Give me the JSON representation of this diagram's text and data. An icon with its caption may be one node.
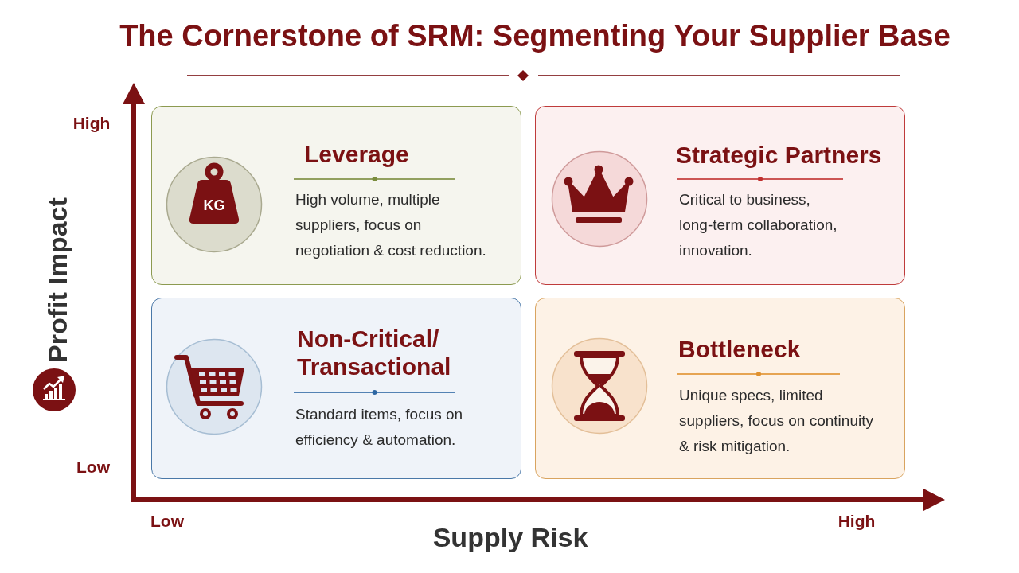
{
  "diagram": {
    "title": "The Cornerstone of SRM: Segmenting Your Supplier Base",
    "nodes": [
      {
        "text": [
          "Leverage",
          "High volume, multiple suppliers, focus on negotiation & cost reduction."
        ]
      },
      {
        "text": [
          "Strategic Partners",
          "Critical to business, long-term collaboration, innovation."
        ]
      },
      {
        "text": [
          "Non-Critical/ Transactional",
          "Standard items, focus on efficiency & automation."
        ]
      },
      {
        "text": [
          "Bottleneck",
          "Unique specs, limited suppliers, focus on continuity & risk mitigation."
        ]
      }
    ],
    "labels": [
      "High",
      "Profit Impact",
      "KG",
      "Low",
      "Low",
      "High",
      "Supply Risk"
    ]
  }
}
